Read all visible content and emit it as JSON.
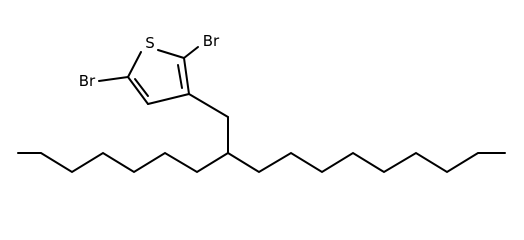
{
  "diagram": {
    "type": "skeletal-structure",
    "atoms": {
      "sulfur": "S",
      "bromine_top": "Br",
      "bromine_left": "Br"
    },
    "colors": {
      "ink": "#000000",
      "background": "#ffffff"
    }
  }
}
